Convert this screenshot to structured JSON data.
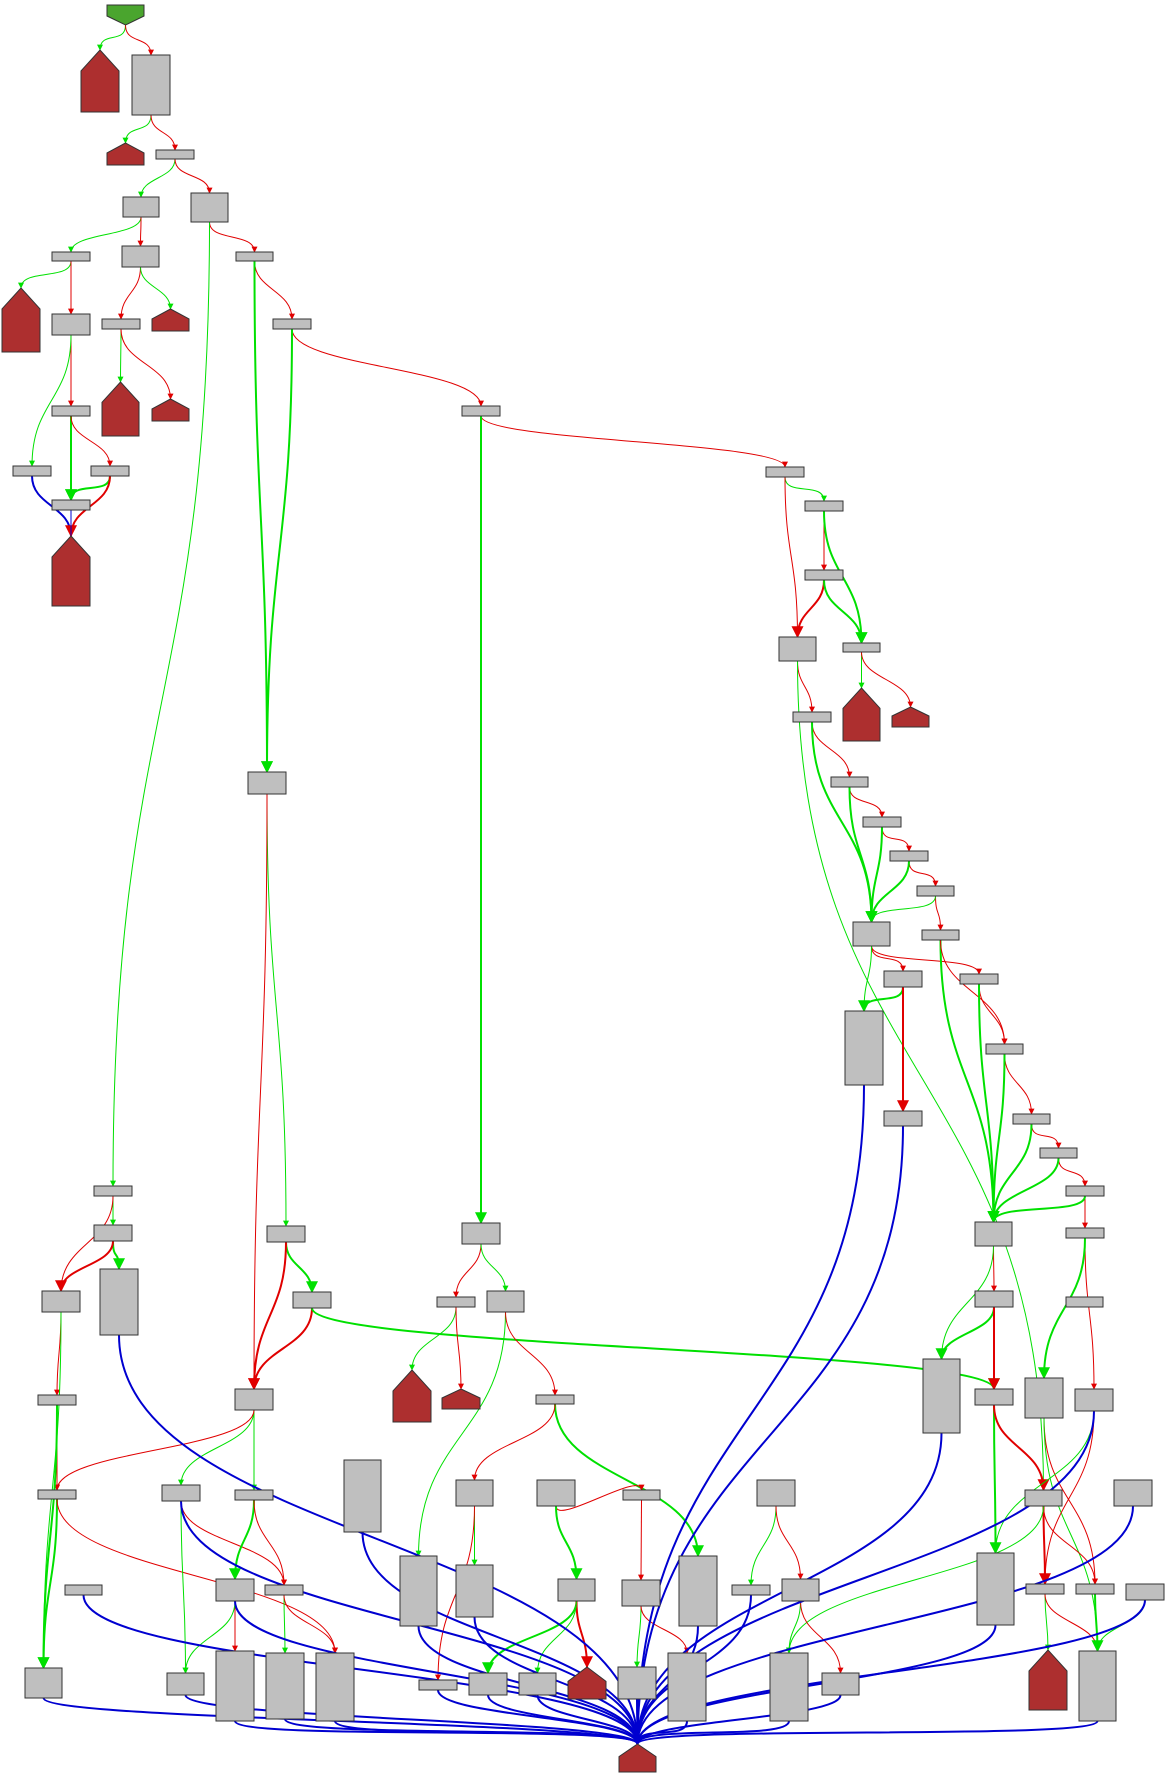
{
  "colors": {
    "background": "#ffffff",
    "block_fill": "#bfbfbf",
    "block_stroke": "#333333",
    "terminal_fill": "#ad2f2f",
    "entry_fill": "#4aa52e",
    "edge_true": "#00e000",
    "edge_false": "#e00000",
    "edge_return": "#0000d0"
  },
  "legend": [],
  "node_kinds": [
    "entry",
    "block",
    "terminal"
  ]
}
